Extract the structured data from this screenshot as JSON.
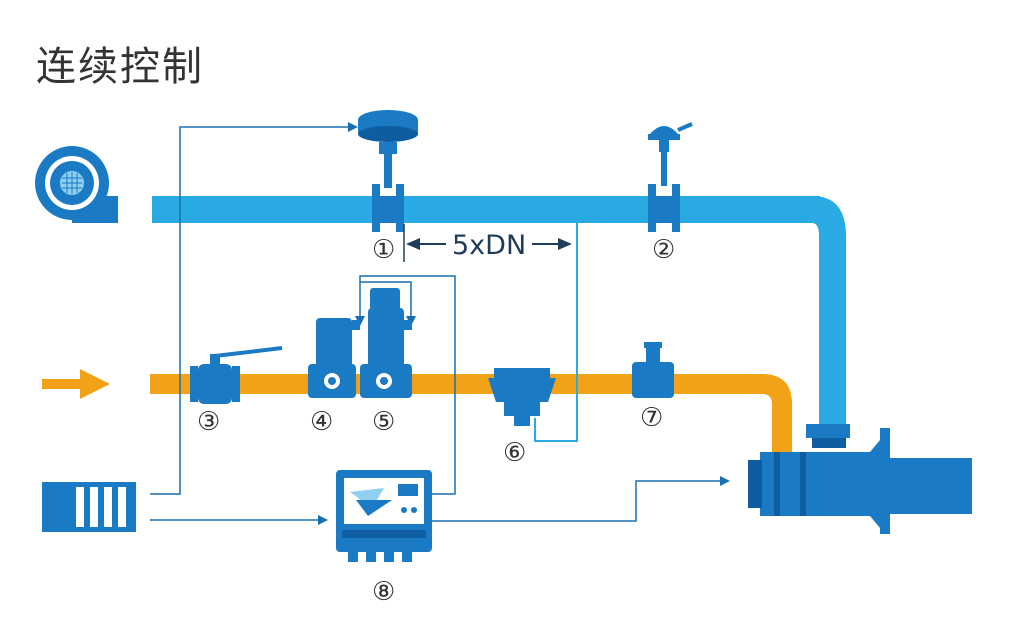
{
  "title": "连续控制",
  "colors": {
    "air_pipe": "#2aaae2",
    "gas_pipe": "#f2a217",
    "component": "#1a7ac4",
    "component_dark": "#0e5da0",
    "signal_line": "#1a6fb0",
    "text": "#333333"
  },
  "components": [
    {
      "id": "1",
      "label": "①",
      "icon": "actuated-butterfly-valve-icon"
    },
    {
      "id": "2",
      "label": "②",
      "icon": "manual-butterfly-valve-icon"
    },
    {
      "id": "3",
      "label": "③",
      "icon": "ball-valve-icon"
    },
    {
      "id": "4",
      "label": "④",
      "icon": "solenoid-valve-icon"
    },
    {
      "id": "5",
      "label": "⑤",
      "icon": "solenoid-valve-icon"
    },
    {
      "id": "6",
      "label": "⑥",
      "icon": "pressure-regulator-icon"
    },
    {
      "id": "7",
      "label": "⑦",
      "icon": "adjusting-valve-icon"
    },
    {
      "id": "8",
      "label": "⑧",
      "icon": "burner-controller-icon"
    }
  ],
  "dimension_label": "5xDN",
  "icons": [
    "blower-fan-icon",
    "gas-flow-arrow-icon",
    "control-cabinet-icon",
    "burner-icon"
  ]
}
